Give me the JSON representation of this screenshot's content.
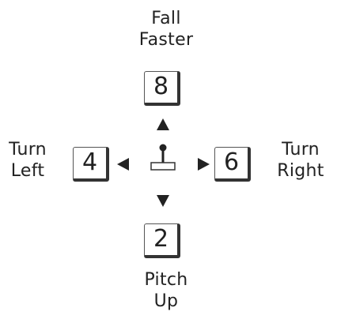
{
  "keys": {
    "up": {
      "key": "8",
      "label_line1": "Fall",
      "label_line2": "Faster"
    },
    "left": {
      "key": "4",
      "label_line1": "Turn",
      "label_line2": "Left"
    },
    "right": {
      "key": "6",
      "label_line1": "Turn",
      "label_line2": "Right"
    },
    "down": {
      "key": "2",
      "label_line1": "Pitch",
      "label_line2": "Up"
    }
  },
  "icons": {
    "center": "joystick-icon",
    "up": "arrow-up-icon",
    "down": "arrow-down-icon",
    "left": "arrow-left-icon",
    "right": "arrow-right-icon"
  },
  "colors": {
    "ink": "#222222",
    "key_border": "#333333",
    "background": "#ffffff"
  }
}
